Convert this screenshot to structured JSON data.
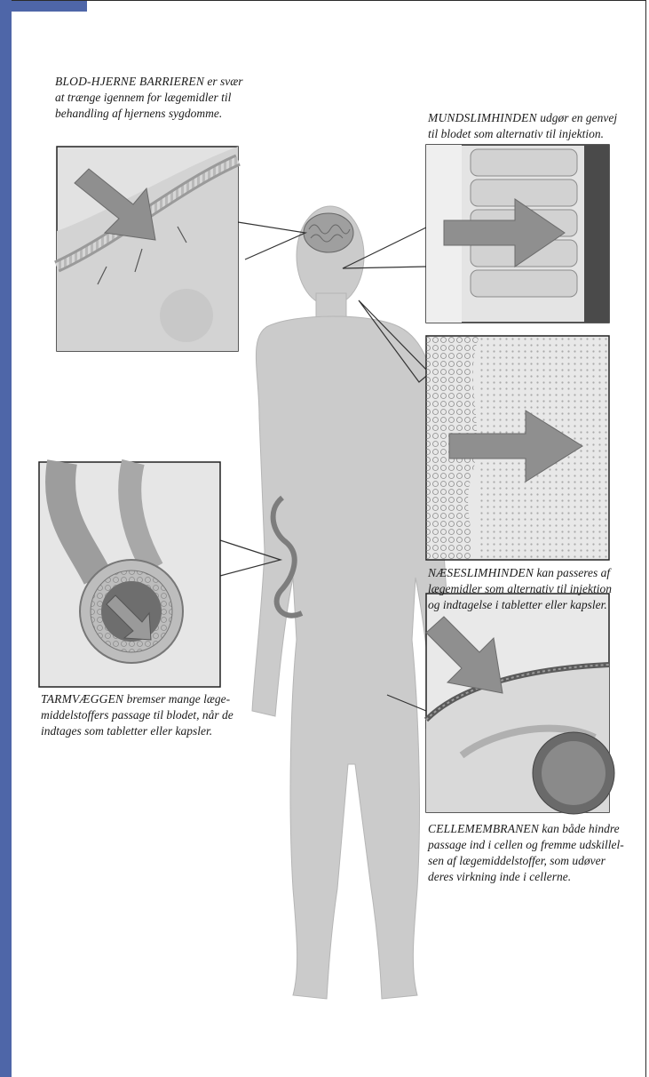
{
  "captions": {
    "brain_lead": "BLOD-HJERNE BARRIEREN",
    "brain_text": " er svær\nat trænge igennem for lægemidler til\nbehandling af hjernens sygdomme.",
    "mouth_lead": "MUNDSLIMHINDEN",
    "mouth_text": " udgør en genvej\ntil blodet som alternativ til injektion.",
    "nose_lead": "NÆSESLIMHINDEN",
    "nose_text": " kan passeres af\nlægemidler som alternativ til injektion\nog indtagelse i tabletter eller kapsler.",
    "gut_lead": "TARMVÆGGEN",
    "gut_text": " bremser mange læge-\nmiddelstoffers passage til blodet, når de\nindtages som tabletter eller kapsler.",
    "cell_lead": "CELLEMEMBRANEN",
    "cell_text": " kan både hindre\npassage ind i cellen og fremme udskillel-\nsen af lægemiddelstoffer, som udøver\nderes virkning inde i cellerne."
  },
  "colors": {
    "accent_bar": "#4e66a8",
    "body_gray": "#c9c9c9",
    "arrow_gray": "#8f8f8f",
    "panel_border": "#222222"
  }
}
